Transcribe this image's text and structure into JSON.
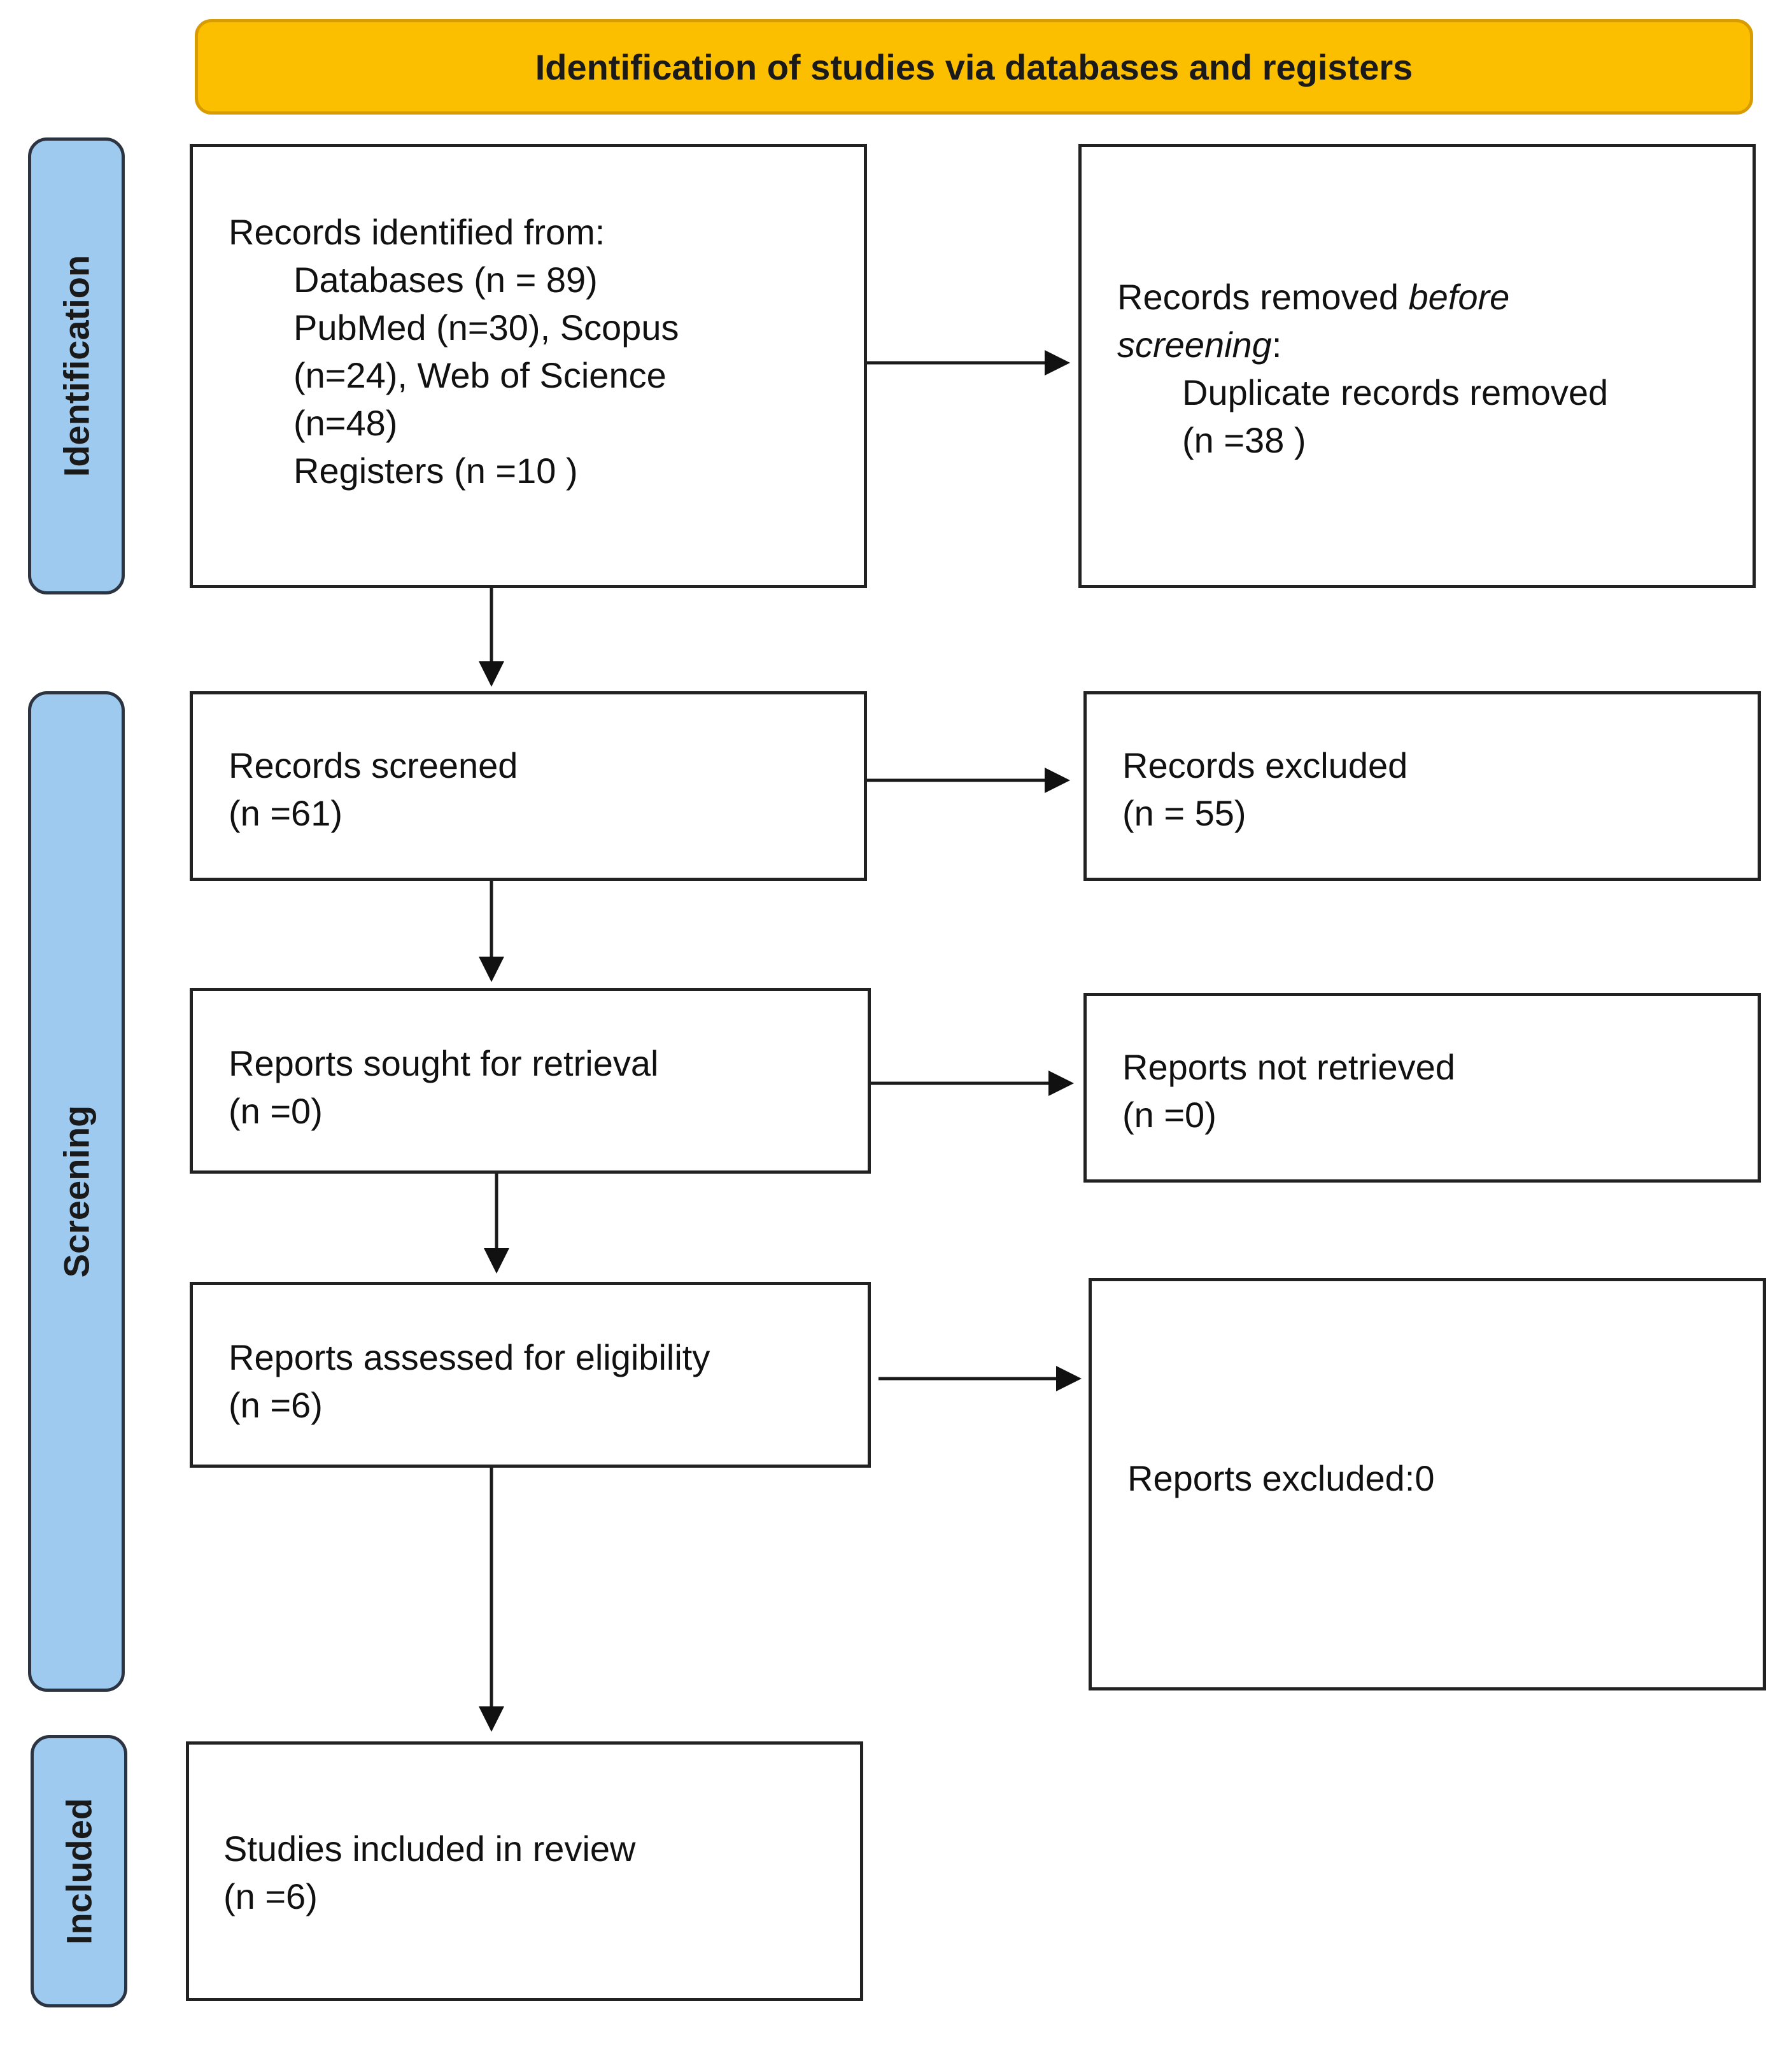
{
  "header": {
    "title": "Identification of studies via databases and registers"
  },
  "phases": {
    "identification": "Identification",
    "screening": "Screening",
    "included": "Included"
  },
  "identified": {
    "heading": "Records identified from:",
    "databases": "Databases (n = 89)",
    "sources_line1": "PubMed (n=30), Scopus",
    "sources_line2": "(n=24), Web of Science",
    "sources_line3": "(n=48)",
    "registers": "Registers (n =10 )"
  },
  "removed": {
    "label_start": "Records removed ",
    "label_italic_1": "before",
    "label_italic_2": "screening",
    "label_end": ":",
    "duplicates": "Duplicate records removed",
    "duplicates_n": "(n =38 )"
  },
  "screened": {
    "label": "Records screened",
    "n": "(n =61)"
  },
  "excluded": {
    "label": "Records excluded",
    "n": "(n = 55)"
  },
  "sought": {
    "label": "Reports sought for retrieval",
    "n": "(n =0)"
  },
  "not_retrieved": {
    "label": "Reports not retrieved",
    "n": "(n =0)"
  },
  "assessed": {
    "label": "Reports assessed for eligibility",
    "n": "(n =6)"
  },
  "reports_excluded": {
    "label": "Reports excluded:0"
  },
  "included": {
    "label": "Studies included in review",
    "n": "(n =6)"
  }
}
